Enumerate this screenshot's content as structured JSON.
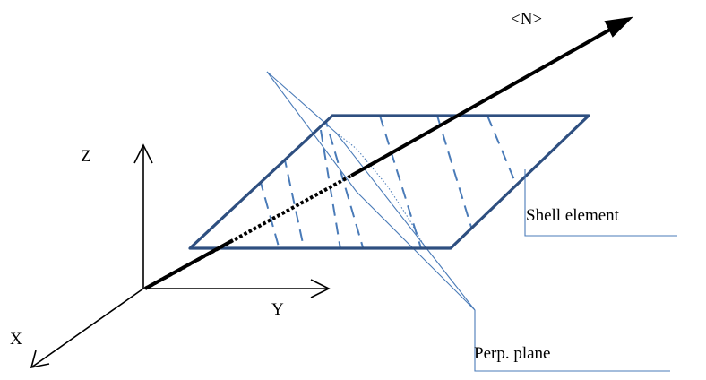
{
  "labels": {
    "normal_vector": "<N>",
    "axis_z": "Z",
    "axis_y": "Y",
    "axis_x": "X",
    "shell_element": "Shell element",
    "perp_plane": "Perp. plane"
  },
  "colors": {
    "shell_outline": "#2E4F80",
    "dashed_lines": "#4A7BB8",
    "perp_plane": "#4A7BB8",
    "leader_lines": "#4A7BB8",
    "axes": "#000000",
    "normal_vector": "#000000"
  }
}
